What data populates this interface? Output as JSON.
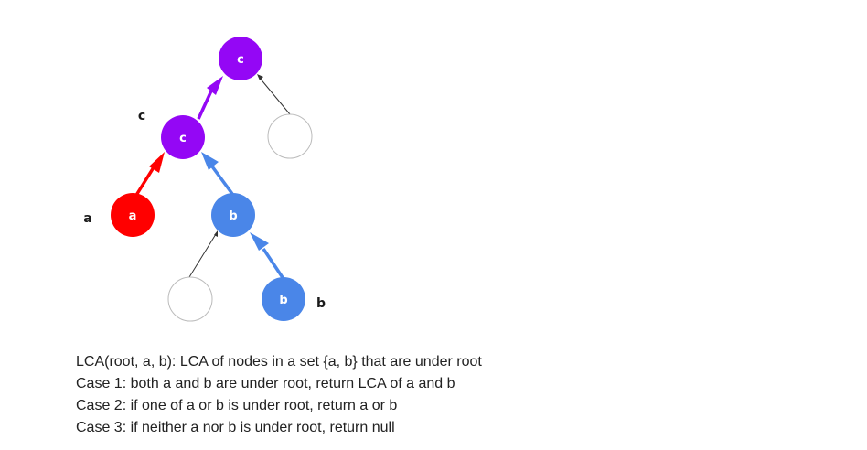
{
  "colors": {
    "purple": "#9407f5",
    "red": "#ff0000",
    "blue": "#4a86e8",
    "empty_stroke": "#bbbbbb",
    "thin_edge": "#333333"
  },
  "tree": {
    "nodes": {
      "root": {
        "label": "c",
        "color": "purple"
      },
      "mid": {
        "label": "c",
        "color": "purple"
      },
      "right_empty": {
        "label": "",
        "color": "empty"
      },
      "a": {
        "label": "a",
        "color": "red"
      },
      "b_mid": {
        "label": "b",
        "color": "blue"
      },
      "bottom_empty": {
        "label": "",
        "color": "empty"
      },
      "b_leaf": {
        "label": "b",
        "color": "blue"
      }
    },
    "side_labels": {
      "c": "c",
      "a": "a",
      "b": "b"
    }
  },
  "notes": [
    "LCA(root, a, b): LCA of nodes in a set {a, b} that are under root",
    "Case 1: both a and b are under root, return LCA of a and b",
    "Case 2: if one of a or b is under root, return a or b",
    "Case 3: if neither a nor b is under root, return null"
  ]
}
